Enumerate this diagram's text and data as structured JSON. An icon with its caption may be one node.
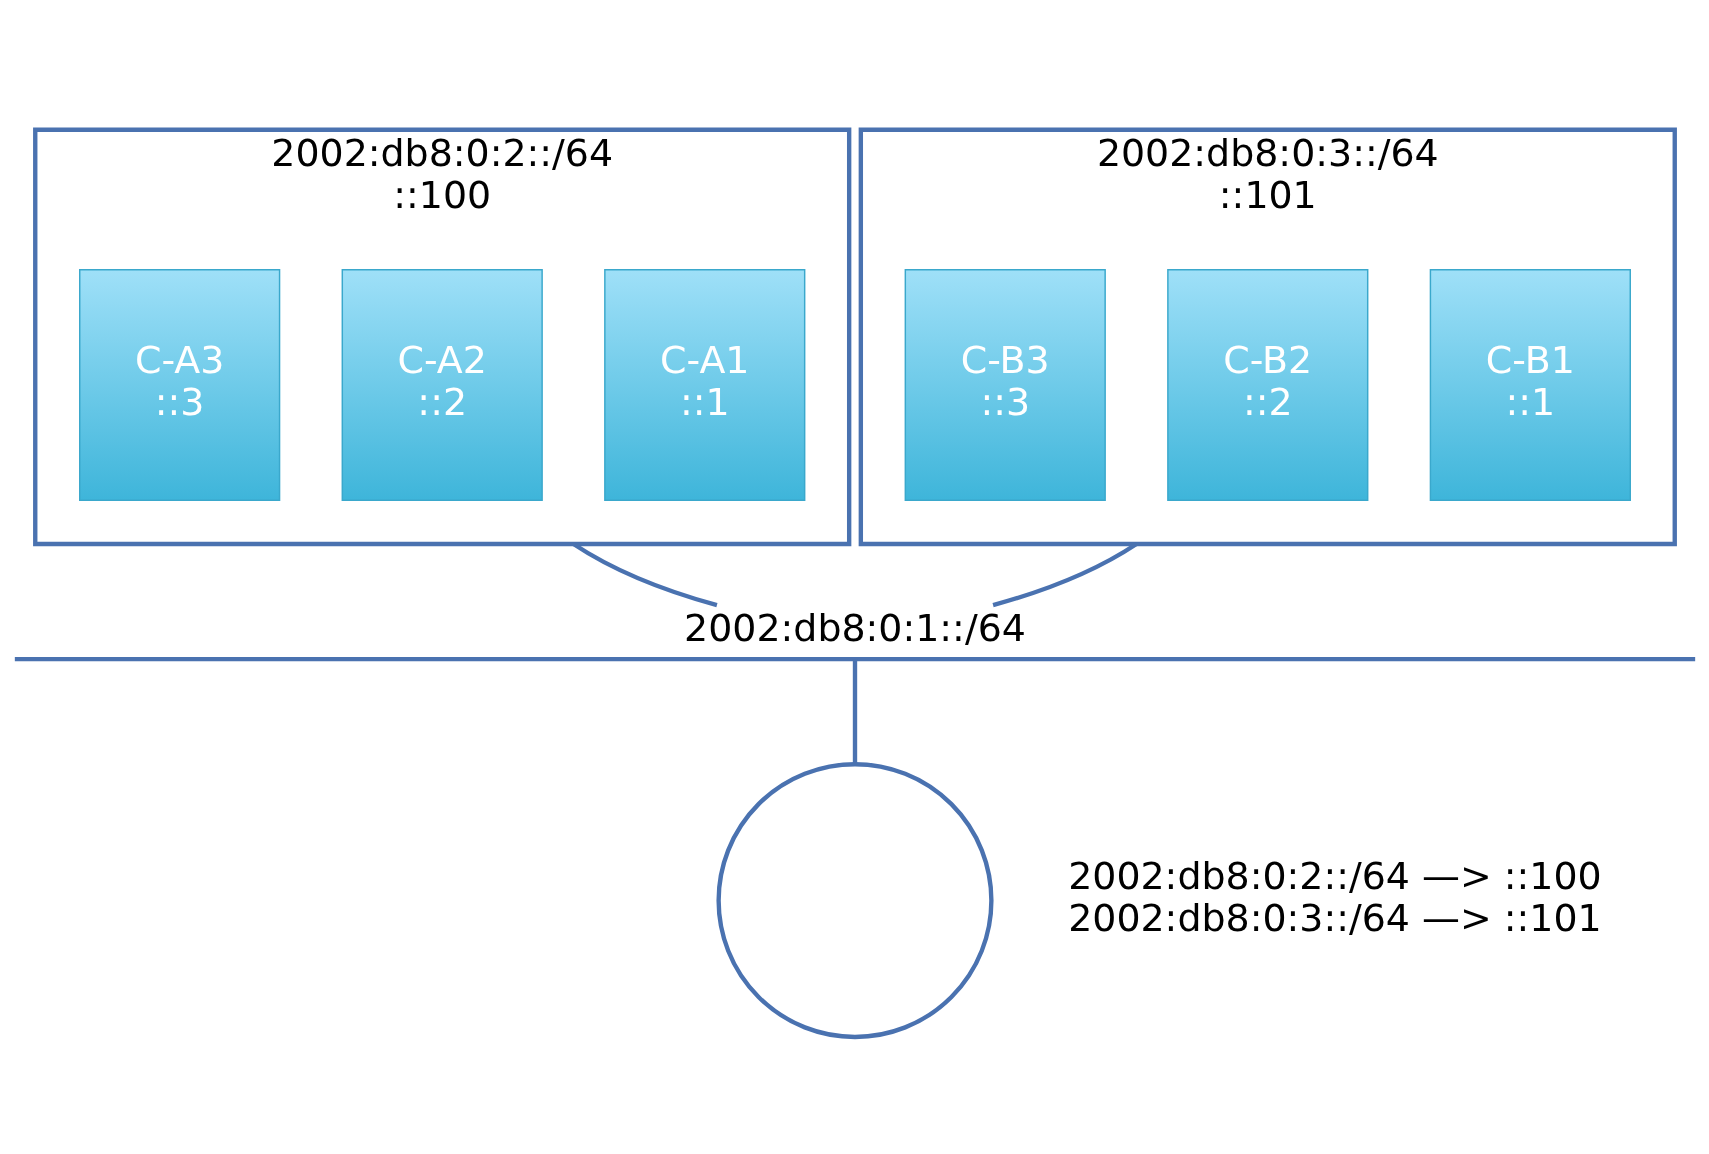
{
  "diagram": {
    "nodes": [
      {
        "text": [
          "2002:db8:0:2::/64",
          "::100"
        ]
      },
      {
        "text": [
          "C-A1",
          "::1"
        ],
        "in": 0
      },
      {
        "text": [
          "C-A2",
          "::2"
        ],
        "in": 0
      },
      {
        "text": [
          "C-A3",
          "::3"
        ],
        "in": 0
      },
      {
        "text": [
          "2002:db8:0:3::/64",
          "::101"
        ]
      },
      {
        "text": [
          "C-B1",
          "::1"
        ],
        "in": 4
      },
      {
        "text": [
          "C-B2",
          "::2"
        ],
        "in": 4
      },
      {
        "text": [
          "C-B3",
          "::3"
        ],
        "in": 4
      },
      {
        "text": [
          "2002:db8:0:1::/64"
        ]
      },
      {
        "text": [],
        "shape": "circle",
        "beside": [
          "2002:db8:0:2::/64 —> ::100",
          "2002:db8:0:3::/64 —> ::101"
        ]
      }
    ],
    "edges": [
      {
        "from": 0,
        "to": 8,
        "arrow": "none"
      },
      {
        "from": 4,
        "to": 8,
        "arrow": "none"
      },
      {
        "from": 8,
        "to": 9,
        "arrow": "none"
      }
    ]
  }
}
